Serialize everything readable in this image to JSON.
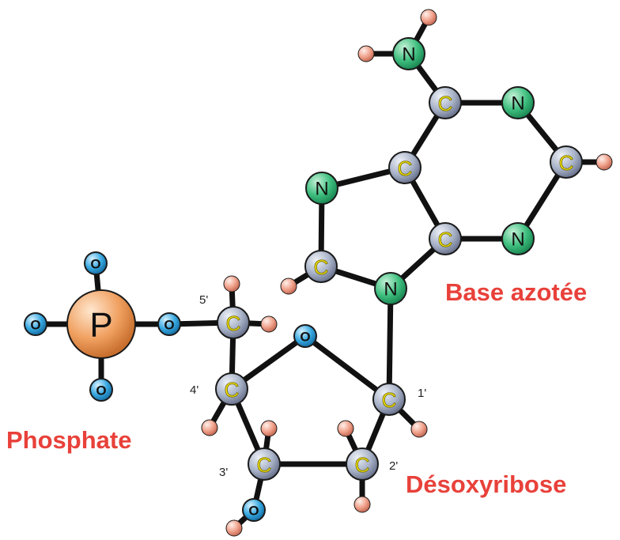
{
  "labels": {
    "phosphate": "Phosphate",
    "base": "Base azotée",
    "sugar": "Désoxyribose"
  },
  "carbon_numbers": {
    "c1": "1'",
    "c2": "2'",
    "c3": "3'",
    "c4": "4'",
    "c5": "5'"
  },
  "atom_symbols": {
    "phosphorus": "P",
    "carbon": "C",
    "nitrogen": "N",
    "oxygen": "O"
  },
  "colors": {
    "phosphorus": "#f0a060",
    "carbon": "#a9b3c8",
    "nitrogen": "#3fbf7f",
    "oxygen": "#38a8e0",
    "hydrogen": "#f0a08a",
    "carbon_letter": "#f5e200",
    "label": "#e8413a",
    "bond": "#111111"
  }
}
